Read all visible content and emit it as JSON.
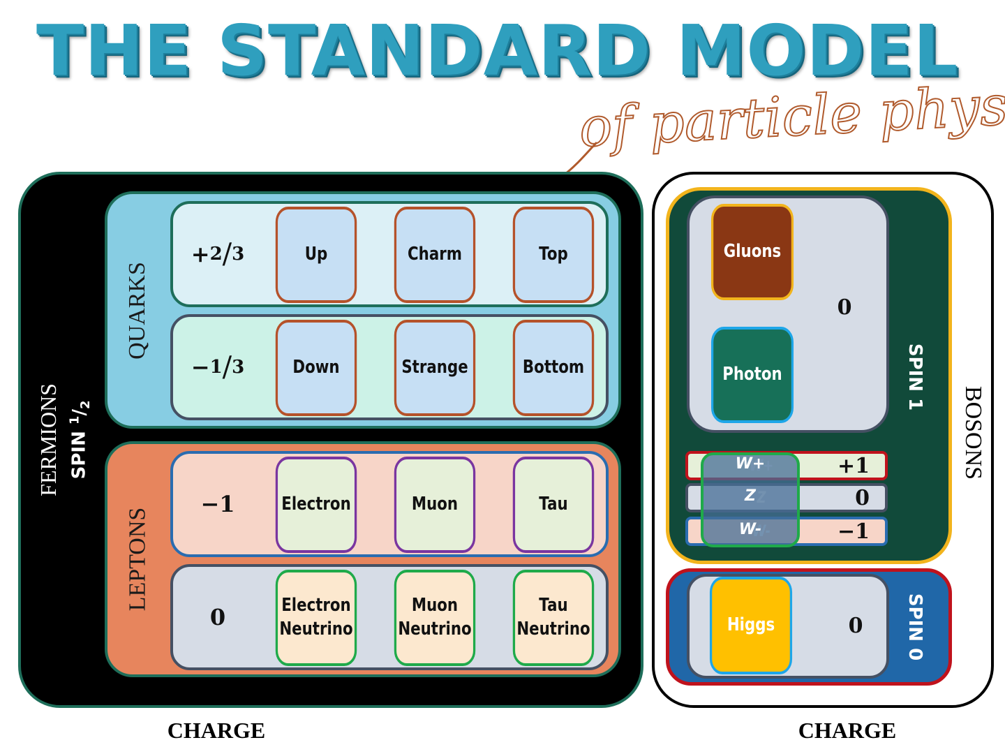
{
  "header": {
    "title": "THE STANDARD MODEL",
    "subtitle": "of particle physics"
  },
  "fermions": {
    "label": "FERMIONS",
    "spin_label": "SPIN",
    "spin_num": "1",
    "spin_den": "2",
    "quarks": {
      "label": "QUARKS",
      "rows": [
        {
          "charge_sign": "+",
          "charge_num": "2",
          "charge_den": "3",
          "particles": [
            "Up",
            "Charm",
            "Top"
          ]
        },
        {
          "charge_sign": "−",
          "charge_num": "1",
          "charge_den": "3",
          "particles": [
            "Down",
            "Strange",
            "Bottom"
          ]
        }
      ]
    },
    "leptons": {
      "label": "LEPTONS",
      "rows": [
        {
          "charge": "−1",
          "particles": [
            "Electron",
            "Muon",
            "Tau"
          ]
        },
        {
          "charge": "0",
          "particles": [
            [
              "Electron",
              "Neutrino"
            ],
            [
              "Muon",
              "Neutrino"
            ],
            [
              "Tau",
              "Neutrino"
            ]
          ]
        }
      ]
    },
    "bottom_label": "CHARGE"
  },
  "bosons": {
    "label": "BOSONS",
    "spin1": {
      "label": "SPIN 1",
      "gluons": "Gluons",
      "photon": "Photon",
      "charge": "0",
      "weak": [
        {
          "name": "W+",
          "charge": "+1"
        },
        {
          "name": "Z",
          "charge": "0"
        },
        {
          "name": "W-",
          "charge": "−1"
        }
      ]
    },
    "spin0": {
      "label": "SPIN 0",
      "higgs": "Higgs",
      "charge": "0"
    },
    "bottom_label": "CHARGE"
  },
  "colors": {
    "title": "#2f9fbe",
    "subtitle_stroke": "#b05a2c",
    "fermion_border": "#1e6e5a",
    "quarks_bg": "#87cde3",
    "leptons_bg": "#e7855d",
    "quark_border": "#b5522a",
    "lepton_border": "#7a35a0",
    "neutrino_border": "#1faa4a",
    "spin1_bg": "#114a3a",
    "spin1_border": "#f2b41c",
    "spin0_bg": "#2067a8",
    "spin0_border": "#c0121c",
    "gluons": "#8a3714",
    "photon": "#177058",
    "higgs": "#ffc000"
  }
}
